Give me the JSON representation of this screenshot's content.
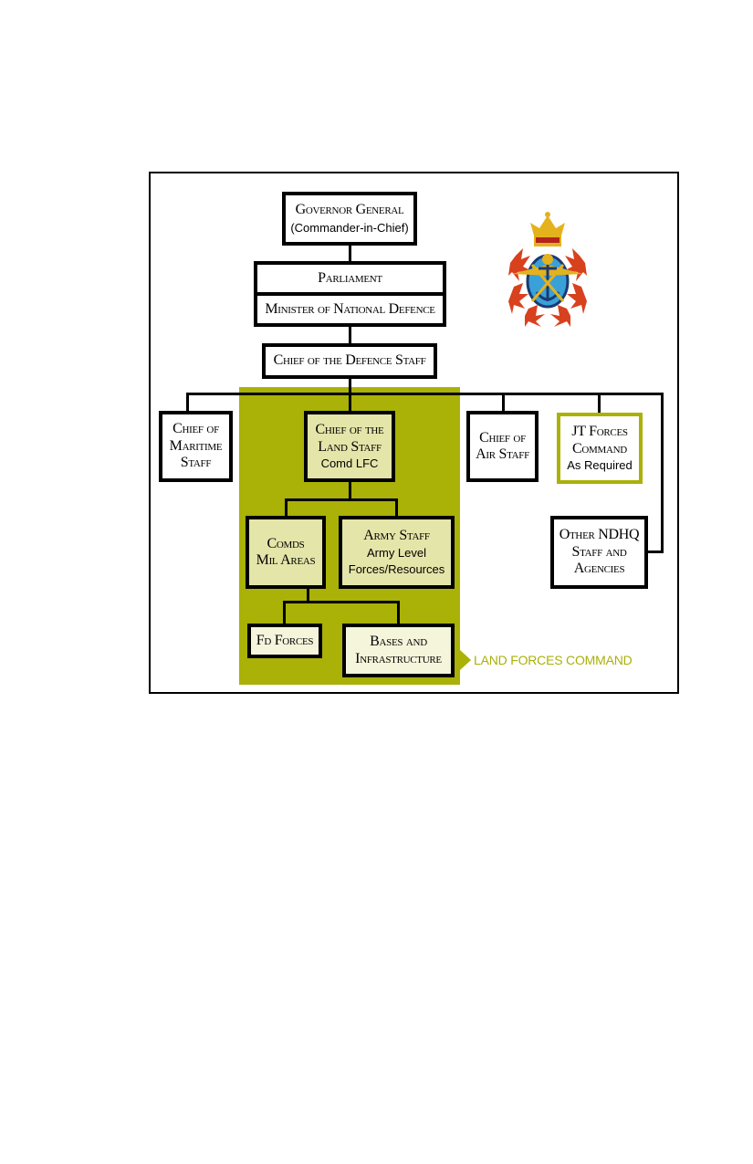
{
  "nodes": {
    "governor_general": {
      "title": "Governor General",
      "subtitle": "(Commander-in-Chief)"
    },
    "parliament": {
      "title": "Parliament"
    },
    "minister": {
      "title": "Minister of National Defence"
    },
    "cds": {
      "title": "Chief of the Defence Staff"
    },
    "maritime": {
      "line1": "Chief of",
      "line2": "Maritime",
      "line3": "Staff"
    },
    "land_staff": {
      "line1": "Chief of the",
      "line2": "Land Staff",
      "subtitle": "Comd LFC"
    },
    "air_staff": {
      "line1": "Chief of",
      "line2": "Air Staff"
    },
    "jt_forces": {
      "line1": "JT Forces",
      "line2": "Command",
      "subtitle": "As Required"
    },
    "comds_mil": {
      "line1": "Comds",
      "line2": "Mil Areas"
    },
    "army_staff": {
      "title": "Army Staff",
      "sub1": "Army Level",
      "sub2": "Forces/Resources"
    },
    "other_ndhq": {
      "line1": "Other NDHQ",
      "line2": "Staff and",
      "line3": "Agencies"
    },
    "fd_forces": {
      "title": "Fd Forces"
    },
    "bases": {
      "line1": "Bases and",
      "line2": "Infrastructure"
    }
  },
  "land_forces_label": "LAND FORCES COMMAND",
  "colors": {
    "lfc_green": "#aab107",
    "tint": "#e4e5a9",
    "pale": "#f5f5dc",
    "line": "#000000"
  }
}
